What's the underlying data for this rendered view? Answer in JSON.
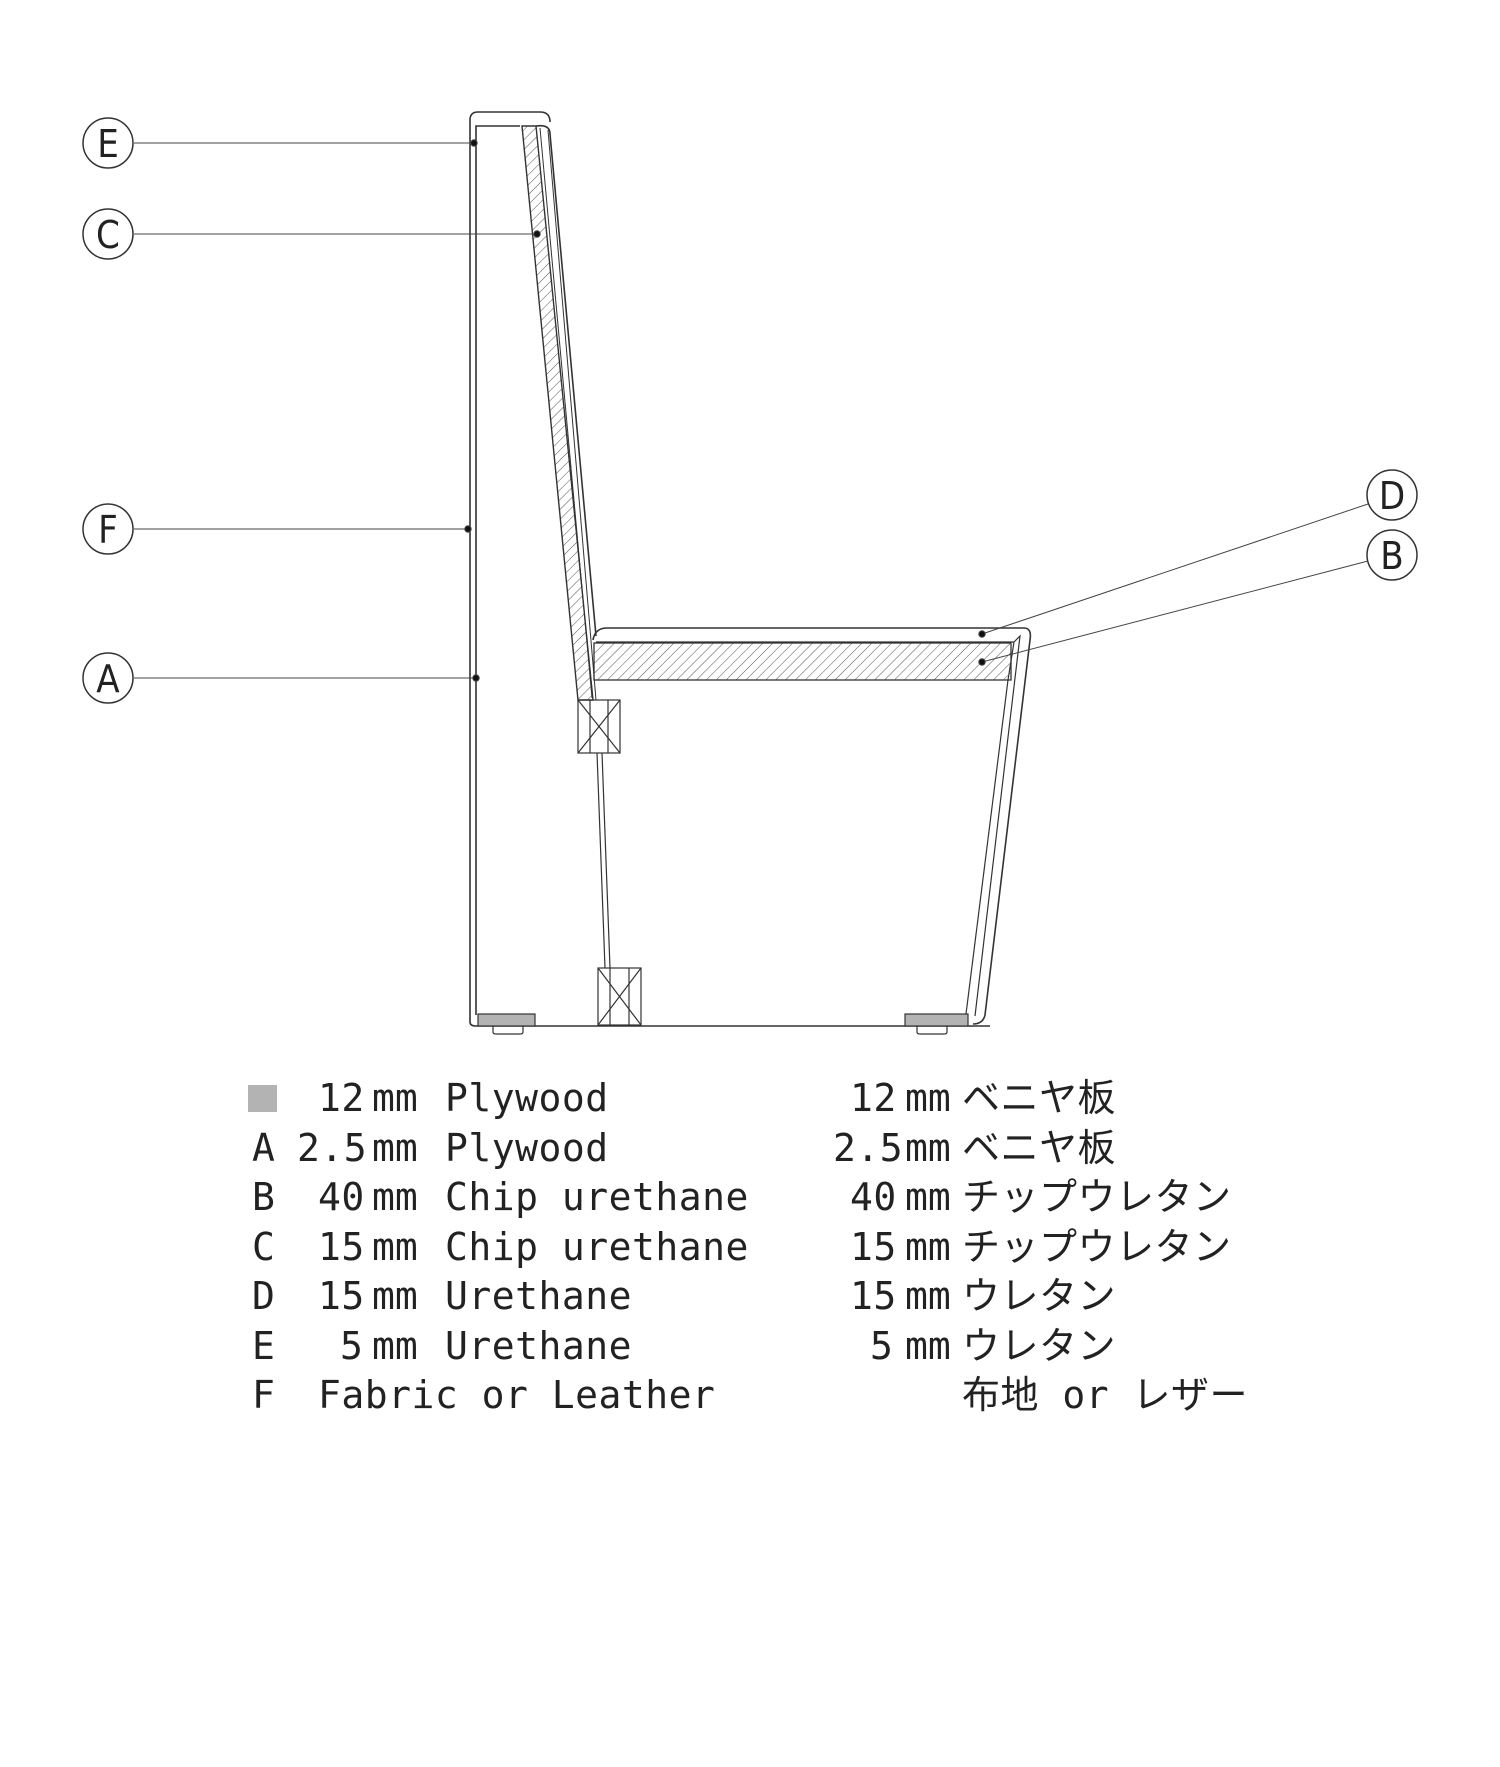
{
  "callouts": {
    "E": "E",
    "C": "C",
    "F": "F",
    "A": "A",
    "D": "D",
    "B": "B"
  },
  "legend": {
    "swatch_color": "#b3b3b3",
    "rows": [
      {
        "key": "",
        "size": "12",
        "unit": "mm",
        "name_en": "Plywood",
        "size_jp": "12",
        "unit_jp": "mm",
        "name_jp": "ベニヤ板"
      },
      {
        "key": "A",
        "size": "2.5",
        "unit": "mm",
        "name_en": "Plywood",
        "size_jp": "2.5",
        "unit_jp": "mm",
        "name_jp": "ベニヤ板"
      },
      {
        "key": "B",
        "size": "40",
        "unit": "mm",
        "name_en": "Chip urethane",
        "size_jp": "40",
        "unit_jp": "mm",
        "name_jp": "チップウレタン"
      },
      {
        "key": "C",
        "size": "15",
        "unit": "mm",
        "name_en": "Chip urethane",
        "size_jp": "15",
        "unit_jp": "mm",
        "name_jp": "チップウレタン"
      },
      {
        "key": "D",
        "size": "15",
        "unit": "mm",
        "name_en": "Urethane",
        "size_jp": "15",
        "unit_jp": "mm",
        "name_jp": "ウレタン"
      },
      {
        "key": "E",
        "size": "5",
        "unit": "mm",
        "name_en": "Urethane",
        "size_jp": "5",
        "unit_jp": "mm",
        "name_jp": "ウレタン"
      },
      {
        "key": "F",
        "size": "",
        "unit": "",
        "name_en": "Fabric or Leather",
        "size_jp": "",
        "unit_jp": "",
        "name_jp": "布地 or レザー"
      }
    ]
  }
}
